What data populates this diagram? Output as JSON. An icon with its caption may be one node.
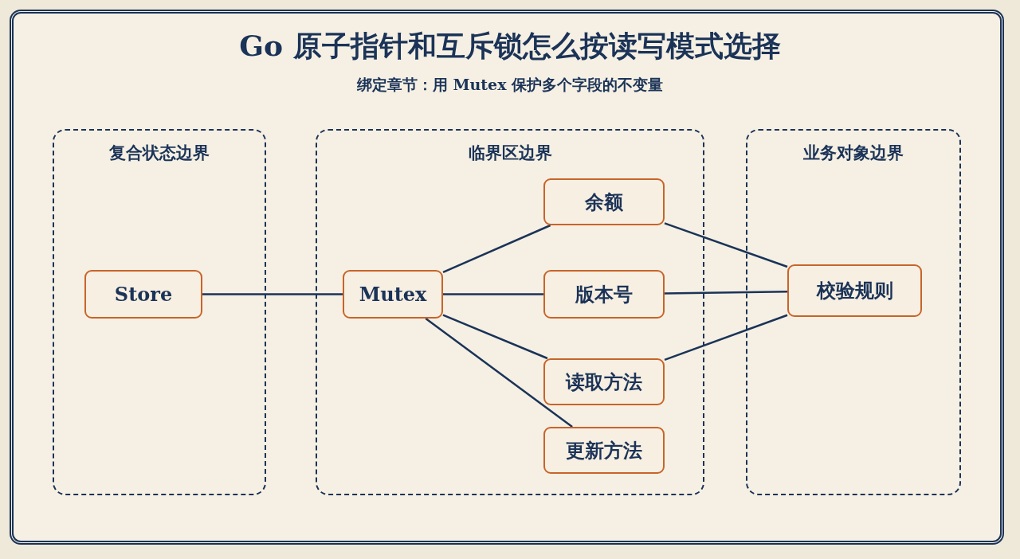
{
  "diagram": {
    "title": "Go 原子指针和互斥锁怎么按读写模式选择",
    "nodes": [
      {
        "text": [
          "复合状态边界"
        ]
      },
      {
        "text": [
          "Store"
        ],
        "in": 0
      },
      {
        "text": [
          "临界区边界"
        ]
      },
      {
        "text": [
          "Mutex"
        ],
        "in": 2
      },
      {
        "text": [
          "余额"
        ],
        "in": 2
      },
      {
        "text": [
          "版本号"
        ],
        "in": 2
      },
      {
        "text": [
          "读取方法"
        ],
        "in": 2
      },
      {
        "text": [
          "更新方法"
        ],
        "in": 2
      },
      {
        "text": [
          "业务对象边界"
        ]
      },
      {
        "text": [
          "校验规则"
        ],
        "in": 8
      }
    ],
    "edges": [
      {
        "from": 1,
        "to": 3,
        "arrow": "none"
      },
      {
        "from": 3,
        "to": 4,
        "arrow": "none"
      },
      {
        "from": 3,
        "to": 5,
        "arrow": "none"
      },
      {
        "from": 3,
        "to": 6,
        "arrow": "none"
      },
      {
        "from": 3,
        "to": 7,
        "arrow": "none"
      },
      {
        "from": 4,
        "to": 9,
        "arrow": "none"
      },
      {
        "from": 5,
        "to": 9,
        "arrow": "none"
      },
      {
        "from": 6,
        "to": 9,
        "arrow": "none"
      }
    ],
    "labels": [
      "绑定章节：用 Mutex 保护多个字段的不变量"
    ]
  }
}
